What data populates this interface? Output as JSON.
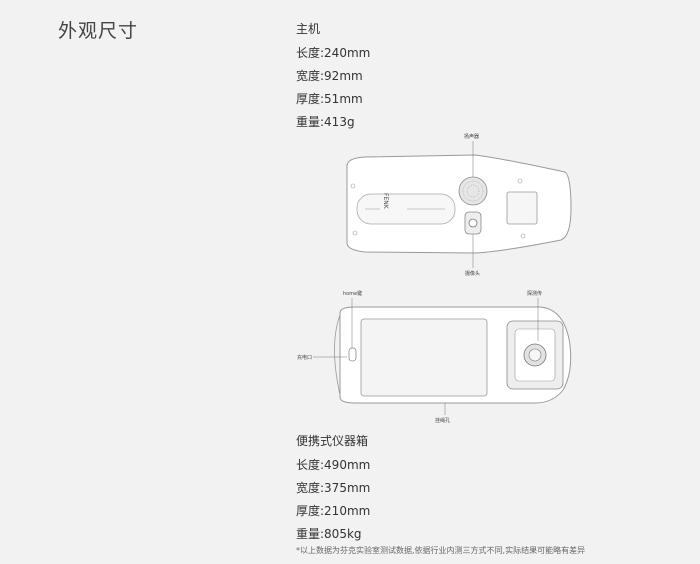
{
  "section_title": "外观尺寸",
  "host": {
    "title": "主机",
    "specs": [
      "长度:240mm",
      "宽度:92mm",
      "厚度:51mm",
      "重量:413g"
    ]
  },
  "diagram_top": {
    "speaker_label": "扬声器",
    "camera_label": "摄像头",
    "logo_text": "FENK"
  },
  "diagram_bottom": {
    "home_label": "home键",
    "probe_label": "探测传",
    "charge_label": "充电口",
    "strap_label": "挂绳孔"
  },
  "case": {
    "title": "便携式仪器箱",
    "specs": [
      "长度:490mm",
      "宽度:375mm",
      "厚度:210mm",
      "重量:805kg"
    ]
  },
  "footnote": "*以上数据为芬克实验室测试数据,依据行业内测三方式不同,实际结果可能略有差异"
}
